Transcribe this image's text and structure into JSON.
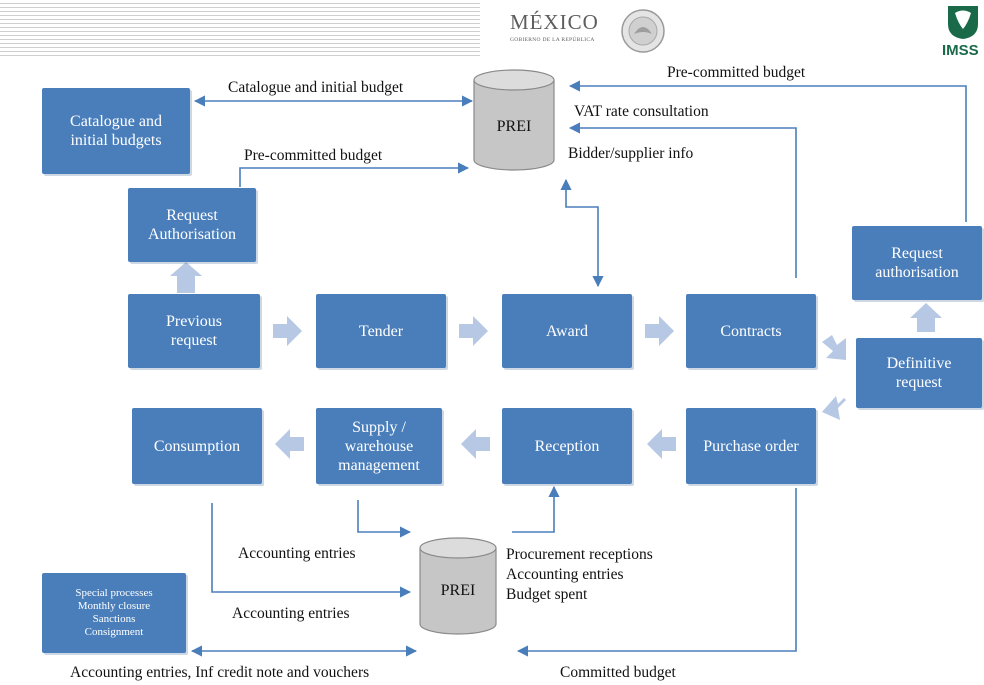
{
  "header": {
    "logo_word": "MÉXICO",
    "logo_subtitle": "GOBIERNO DE LA REPÚBLICA",
    "imss_label": "IMSS"
  },
  "databases": {
    "top": "PREI",
    "bottom": "PREI"
  },
  "boxes": {
    "catalogue": "Catalogue and\ninitial budgets",
    "request_auth_left": "Request\nAuthorisation",
    "previous_request": "Previous\nrequest",
    "tender": "Tender",
    "award": "Award",
    "contracts": "Contracts",
    "request_auth_right": "Request\nauthorisation",
    "definitive_request": "Definitive\nrequest",
    "purchase_order": "Purchase order",
    "reception": "Reception",
    "supply": "Supply /\nwarehouse\nmanagement",
    "consumption": "Consumption",
    "special_processes": "Special processes\nMonthly closure\nSanctions\nConsignment"
  },
  "labels": {
    "catalogue_initial_budget": "Catalogue and initial budget",
    "pre_committed_top": "Pre-committed budget",
    "vat_rate": "VAT rate consultation",
    "pre_committed_left": "Pre-committed budget",
    "bidder_info": "Bidder/supplier info",
    "accounting_entries_1": "Accounting entries",
    "accounting_entries_2": "Accounting entries",
    "prei_bottom_info": "Procurement receptions\nAccounting entries\nBudget spent",
    "accounting_vouchers": "Accounting entries, Inf credit note and vouchers",
    "committed_budget": "Committed budget"
  },
  "colors": {
    "box_fill": "#4a7ebb",
    "flow_arrow": "#b6c8e4",
    "line": "#4a7ebb",
    "database_fill": "#c6c6c6"
  }
}
